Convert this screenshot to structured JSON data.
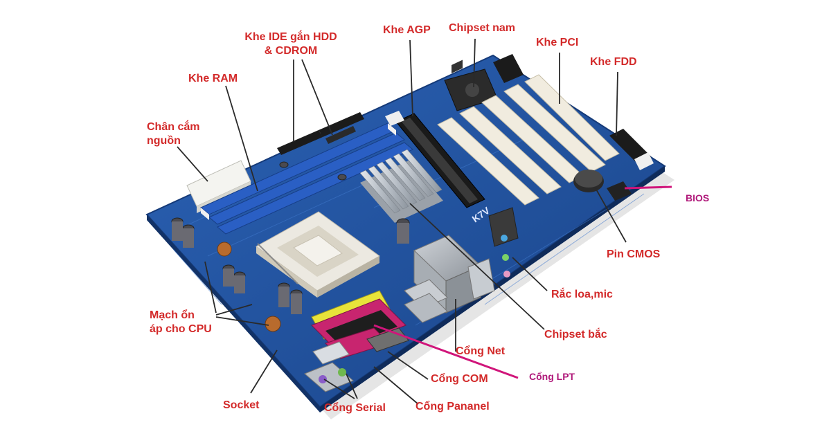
{
  "labels": {
    "khe_ide": [
      "Khe IDE gắn HDD",
      "& CDROM"
    ],
    "khe_agp": "Khe AGP",
    "chipset_nam": "Chipset nam",
    "khe_pci": "Khe PCI",
    "khe_fdd": "Khe FDD",
    "khe_ram": "Khe RAM",
    "chan_cam_nguon": [
      "Chân cắm",
      "nguồn"
    ],
    "bios": "BIOS",
    "pin_cmos": "Pin CMOS",
    "rac_loa_mic": "Rắc loa,mic",
    "chipset_bac": "Chipset bắc",
    "mach_on_ap": [
      "Mạch ổn",
      "áp cho CPU"
    ],
    "cong_net": "Cổng Net",
    "cong_lpt": "Cổng LPT",
    "cong_com": "Cổng COM",
    "socket": "Socket",
    "cong_serial": "Cổng Serial",
    "cong_pananel": "Cổng Pananel"
  },
  "colors": {
    "label_red": "#d32a2a",
    "label_magenta": "#b0197a",
    "leader_dark": "#2a2a2a",
    "leader_magenta": "#d0157a",
    "pcb_blue": "#1f4e9c",
    "ram_slot_blue": "#2a5fc4",
    "agp_slot_black": "#1a1a1a",
    "pci_slot_white": "#f1ecdf",
    "heatsink_silver": "#c8cdd3",
    "socket_white": "#ece9e1",
    "lpt_magenta": "#c8256f",
    "lpt_yellow": "#e8e33a"
  },
  "board_text": "K7V"
}
